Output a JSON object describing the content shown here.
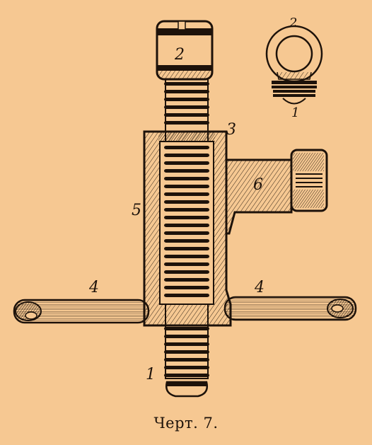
{
  "caption": "Черт. 7.",
  "labels": {
    "screw_head": "2",
    "inset_ring": "2",
    "inset_screw": "1",
    "nut": "3",
    "side_arm": "6",
    "sleeve": "5",
    "handle_left": "4",
    "handle_right": "4",
    "screw_end": "1"
  },
  "colors": {
    "paper": "#f6c892",
    "ink": "#1d120a"
  }
}
